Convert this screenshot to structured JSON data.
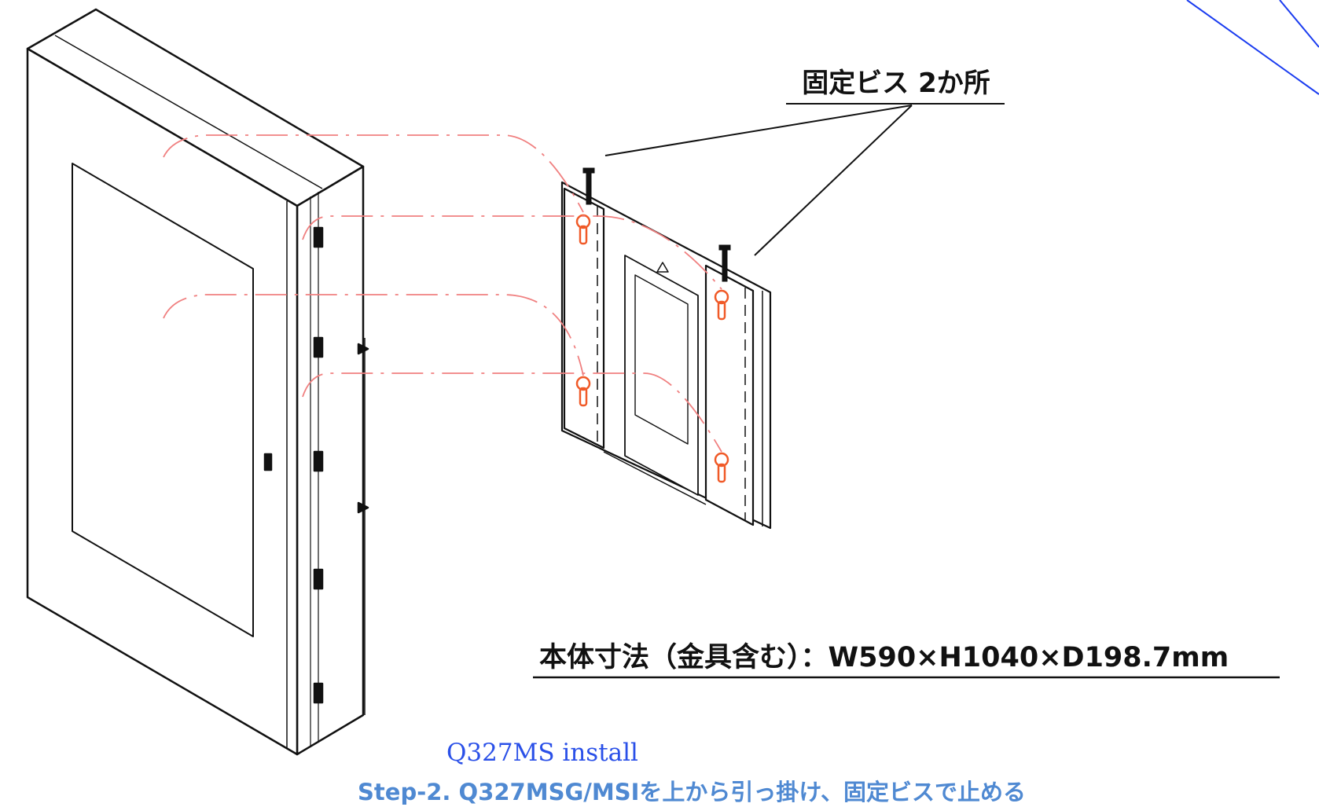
{
  "diagram": {
    "screw_label": "固定ビス 2か所",
    "dimension_label": "本体寸法（金具含む）：W590×H1040×D198.7mm",
    "caption_title": "Q327MS install",
    "caption_step": "Step-2. Q327MSG/MSIを上から引っ掛け、固定ビスで止める",
    "colors": {
      "outline": "#111111",
      "guide_line": "#f08080",
      "keyhole": "#f05a28",
      "caption_title": "#2a50e8",
      "caption_step": "#4f89d2",
      "corner_line": "#1a3cf0"
    }
  }
}
